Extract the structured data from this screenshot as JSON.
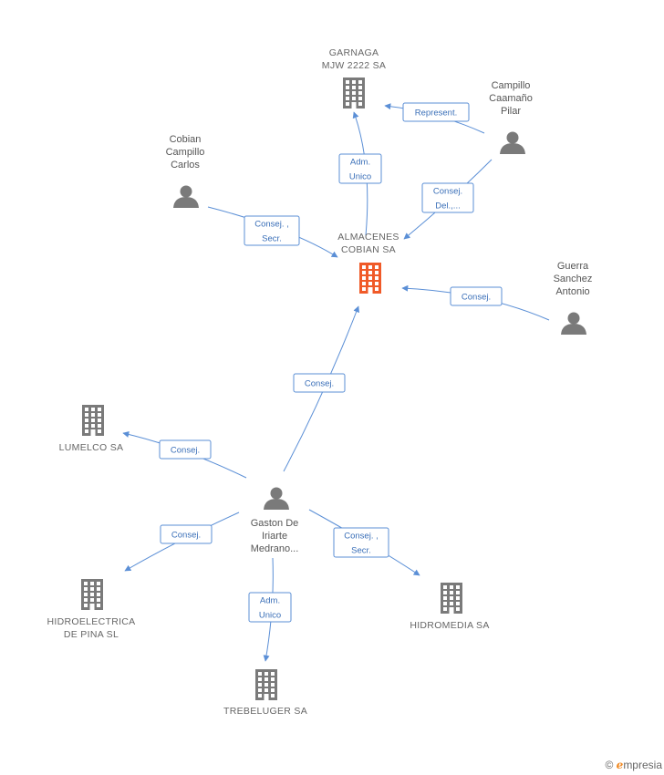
{
  "nodes": [
    {
      "id": "garnaga",
      "type": "building",
      "lines": [
        "GARNAGA",
        "MJW 2222 SA"
      ],
      "color": "#7a7a7a",
      "icon": "building-icon"
    },
    {
      "id": "campillo",
      "type": "person",
      "lines": [
        "Campillo",
        "Caamaño",
        "Pilar"
      ],
      "color": "#7a7a7a",
      "icon": "person-icon"
    },
    {
      "id": "cobian_carlos",
      "type": "person",
      "lines": [
        "Cobian",
        "Campillo",
        "Carlos"
      ],
      "color": "#7a7a7a",
      "icon": "person-icon"
    },
    {
      "id": "almacenes",
      "type": "building",
      "lines": [
        "ALMACENES",
        "COBIAN SA"
      ],
      "color": "#f05a28",
      "icon": "building-icon"
    },
    {
      "id": "guerra",
      "type": "person",
      "lines": [
        "Guerra",
        "Sanchez",
        "Antonio"
      ],
      "color": "#7a7a7a",
      "icon": "person-icon"
    },
    {
      "id": "lumelco",
      "type": "building",
      "lines": [
        "LUMELCO SA"
      ],
      "color": "#7a7a7a",
      "icon": "building-icon"
    },
    {
      "id": "gaston",
      "type": "person",
      "lines": [
        "Gaston De",
        "Iriarte",
        "Medrano..."
      ],
      "color": "#7a7a7a",
      "icon": "person-icon"
    },
    {
      "id": "hidroelectrica",
      "type": "building",
      "lines": [
        "HIDROELECTRICA",
        "DE PINA SL"
      ],
      "color": "#7a7a7a",
      "icon": "building-icon"
    },
    {
      "id": "hidromedia",
      "type": "building",
      "lines": [
        "HIDROMEDIA SA"
      ],
      "color": "#7a7a7a",
      "icon": "building-icon"
    },
    {
      "id": "trebeluger",
      "type": "building",
      "lines": [
        "TREBELUGER SA"
      ],
      "color": "#7a7a7a",
      "icon": "building-icon"
    }
  ],
  "edges": [
    {
      "from": "campillo",
      "to": "garnaga",
      "lines": [
        "Represent."
      ]
    },
    {
      "from": "almacenes",
      "to": "garnaga",
      "lines": [
        "Adm.",
        "Unico"
      ]
    },
    {
      "from": "campillo",
      "to": "almacenes",
      "lines": [
        "Consej.",
        "Del.,..."
      ]
    },
    {
      "from": "cobian_carlos",
      "to": "almacenes",
      "lines": [
        "Consej. ,",
        "Secr."
      ]
    },
    {
      "from": "guerra",
      "to": "almacenes",
      "lines": [
        "Consej."
      ]
    },
    {
      "from": "gaston",
      "to": "almacenes",
      "lines": [
        "Consej."
      ]
    },
    {
      "from": "gaston",
      "to": "lumelco",
      "lines": [
        "Consej."
      ]
    },
    {
      "from": "gaston",
      "to": "hidroelectrica",
      "lines": [
        "Consej."
      ]
    },
    {
      "from": "gaston",
      "to": "hidromedia",
      "lines": [
        "Consej. ,",
        "Secr."
      ]
    },
    {
      "from": "gaston",
      "to": "trebeluger",
      "lines": [
        "Adm.",
        "Unico"
      ]
    }
  ],
  "brand": {
    "symbol": "©",
    "initial": "e",
    "name": "mpresia"
  },
  "colors": {
    "edge": "#5b8fd6",
    "focus": "#f05a28",
    "node": "#7a7a7a"
  }
}
